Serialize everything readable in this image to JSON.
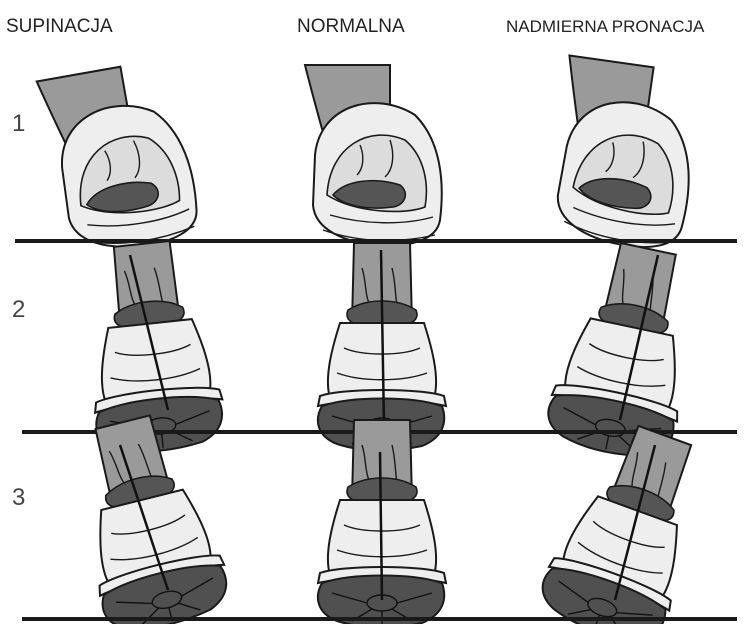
{
  "columns": {
    "supination": "SUPINACJA",
    "normal": "NORMALNA",
    "overpronation": "NADMIERNA PRONACJA"
  },
  "rows": {
    "row1": "1",
    "row2": "2",
    "row3": "3"
  }
}
